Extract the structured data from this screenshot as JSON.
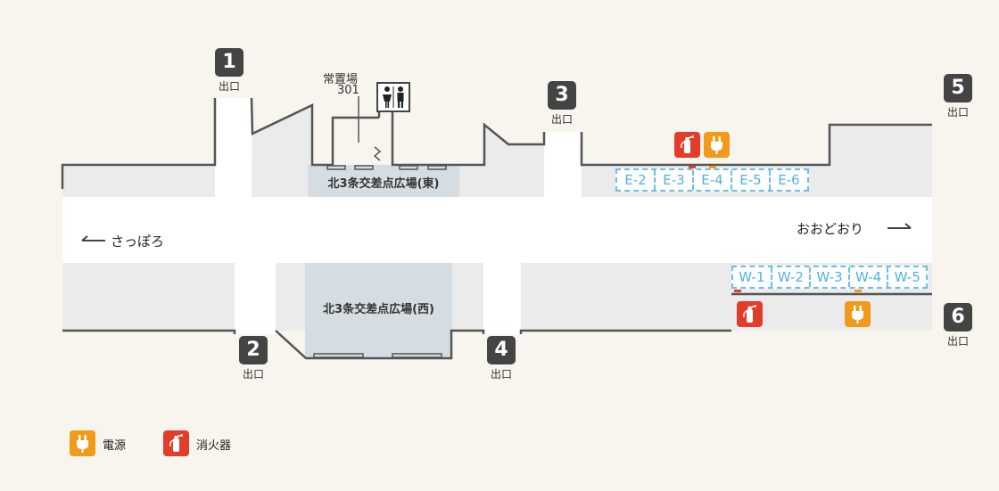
{
  "colors": {
    "background": "#f7f5ee",
    "concourse": "#ffffff",
    "side_area": "#ebebeb",
    "plaza": "#d6dde2",
    "wall": "#555555",
    "booth": "#6cc0e8",
    "extinguisher": "#e23c2a",
    "power": "#f29a1b",
    "badge": "#444444"
  },
  "exits": [
    {
      "number": "1",
      "label": "出口"
    },
    {
      "number": "2",
      "label": "出口"
    },
    {
      "number": "3",
      "label": "出口"
    },
    {
      "number": "4",
      "label": "出口"
    },
    {
      "number": "5",
      "label": "出口"
    },
    {
      "number": "6",
      "label": "出口"
    }
  ],
  "rooms": {
    "storage_name": "常置場",
    "storage_number": "301",
    "restroom_icon": "restroom-icon"
  },
  "plazas": {
    "east": "北3条交差点広場(東)",
    "west": "北3条交差点広場(西)"
  },
  "directions": {
    "left": "さっぽろ",
    "right": "おおどおり"
  },
  "booths": {
    "east": [
      "E-2",
      "E-3",
      "E-4",
      "E-5",
      "E-6"
    ],
    "west": [
      "W-1",
      "W-2",
      "W-3",
      "W-4",
      "W-5"
    ]
  },
  "legend": {
    "power": "電源",
    "extinguisher": "消火器"
  }
}
